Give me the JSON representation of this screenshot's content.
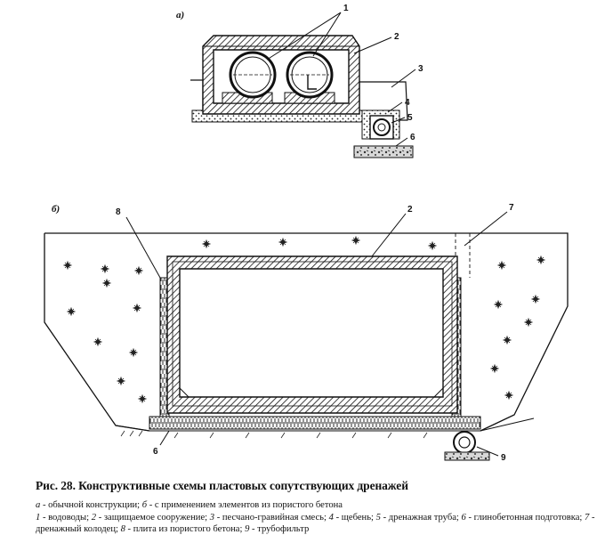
{
  "figure": {
    "part_labels": {
      "a": "а)",
      "b": "б)"
    },
    "callouts_a": [
      "1",
      "2",
      "3",
      "4",
      "5",
      "6"
    ],
    "callouts_b": [
      "8",
      "2",
      "7",
      "6",
      "9"
    ]
  },
  "caption": {
    "title": "Рис. 28. Конструктивные схемы пластовых сопутствующих дренажей",
    "line1_a_key": "а",
    "line1_a_text": " - обычной конструкции; ",
    "line1_b_key": "б",
    "line1_b_text": " - с применением элементов из пористого бетона",
    "legend": [
      {
        "key": "1",
        "text": " - водоводы; "
      },
      {
        "key": "2",
        "text": " - защищаемое сооружение; "
      },
      {
        "key": "3",
        "text": " - песчано-гравийная смесь; "
      },
      {
        "key": "4",
        "text": " - щебень; "
      },
      {
        "key": "5",
        "text": " - дренажная труба; "
      },
      {
        "key": "6",
        "text": " - глинобетонная подготовка; "
      },
      {
        "key": "7",
        "text": " - дренажный колодец; "
      },
      {
        "key": "8",
        "text": " - плита из пористого бетона; "
      },
      {
        "key": "9",
        "text": " - трубофильтр"
      }
    ]
  }
}
